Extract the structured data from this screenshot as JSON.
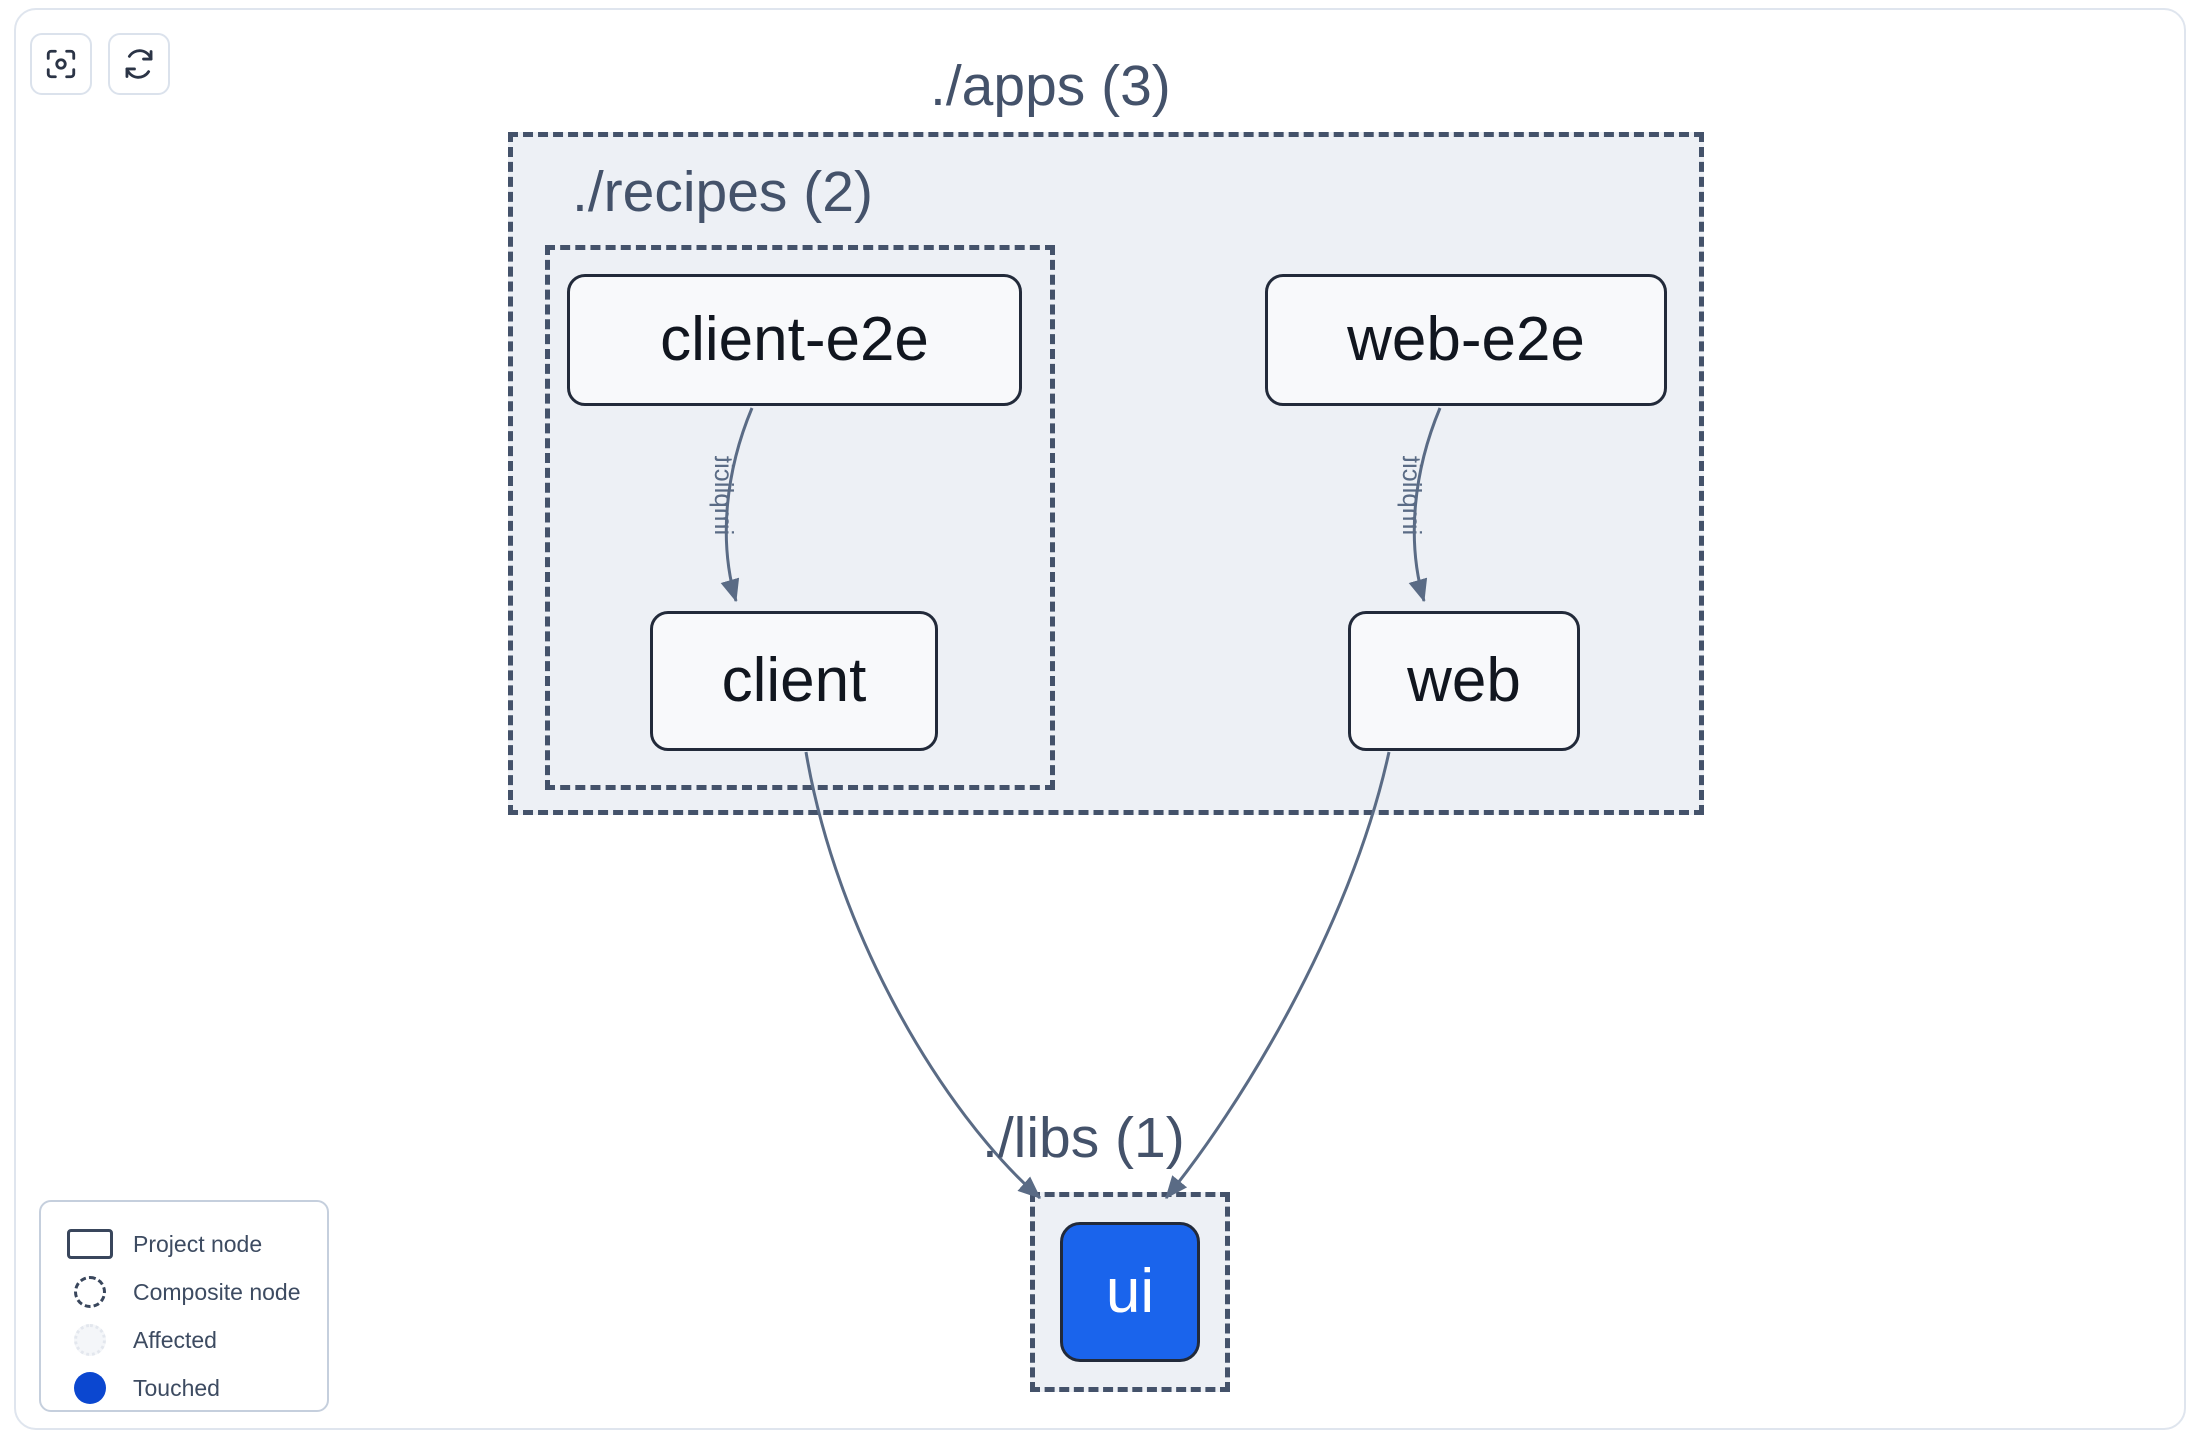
{
  "toolbar": {
    "buttons": [
      {
        "name": "focus-graph-button",
        "icon": "focus-icon",
        "label": "Focus"
      },
      {
        "name": "refresh-graph-button",
        "icon": "refresh-icon",
        "label": "Refresh"
      }
    ]
  },
  "graph": {
    "groups": [
      {
        "id": "apps",
        "label": "./apps (3)",
        "count": 3
      },
      {
        "id": "recipes",
        "label": "./recipes (2)",
        "count": 2
      },
      {
        "id": "libs",
        "label": "./libs (1)",
        "count": 1
      }
    ],
    "nodes": [
      {
        "id": "client-e2e",
        "label": "client-e2e",
        "group": "recipes",
        "state": "normal"
      },
      {
        "id": "web-e2e",
        "label": "web-e2e",
        "group": "apps",
        "state": "normal"
      },
      {
        "id": "client",
        "label": "client",
        "group": "recipes",
        "state": "normal"
      },
      {
        "id": "web",
        "label": "web",
        "group": "apps",
        "state": "normal"
      },
      {
        "id": "ui",
        "label": "ui",
        "group": "libs",
        "state": "touched"
      }
    ],
    "edges": [
      {
        "from": "client-e2e",
        "to": "client",
        "label": "implicit"
      },
      {
        "from": "web-e2e",
        "to": "web",
        "label": "implicit"
      },
      {
        "from": "client",
        "to": "ui",
        "label": ""
      },
      {
        "from": "web",
        "to": "ui",
        "label": ""
      }
    ]
  },
  "legend": {
    "items": [
      {
        "swatch": "project-node-swatch",
        "label": "Project node"
      },
      {
        "swatch": "composite-node-swatch",
        "label": "Composite node"
      },
      {
        "swatch": "affected-swatch",
        "label": "Affected"
      },
      {
        "swatch": "touched-swatch",
        "label": "Touched"
      }
    ]
  },
  "colors": {
    "touched": "#0b47d0",
    "node_touched_fill": "#1a64ec",
    "group_fill": "#edf0f5",
    "group_border": "#44526a",
    "node_border": "#222a3a",
    "node_fill": "#f8f9fb",
    "edge": "#5a6b85",
    "text": "#3d4b61"
  }
}
